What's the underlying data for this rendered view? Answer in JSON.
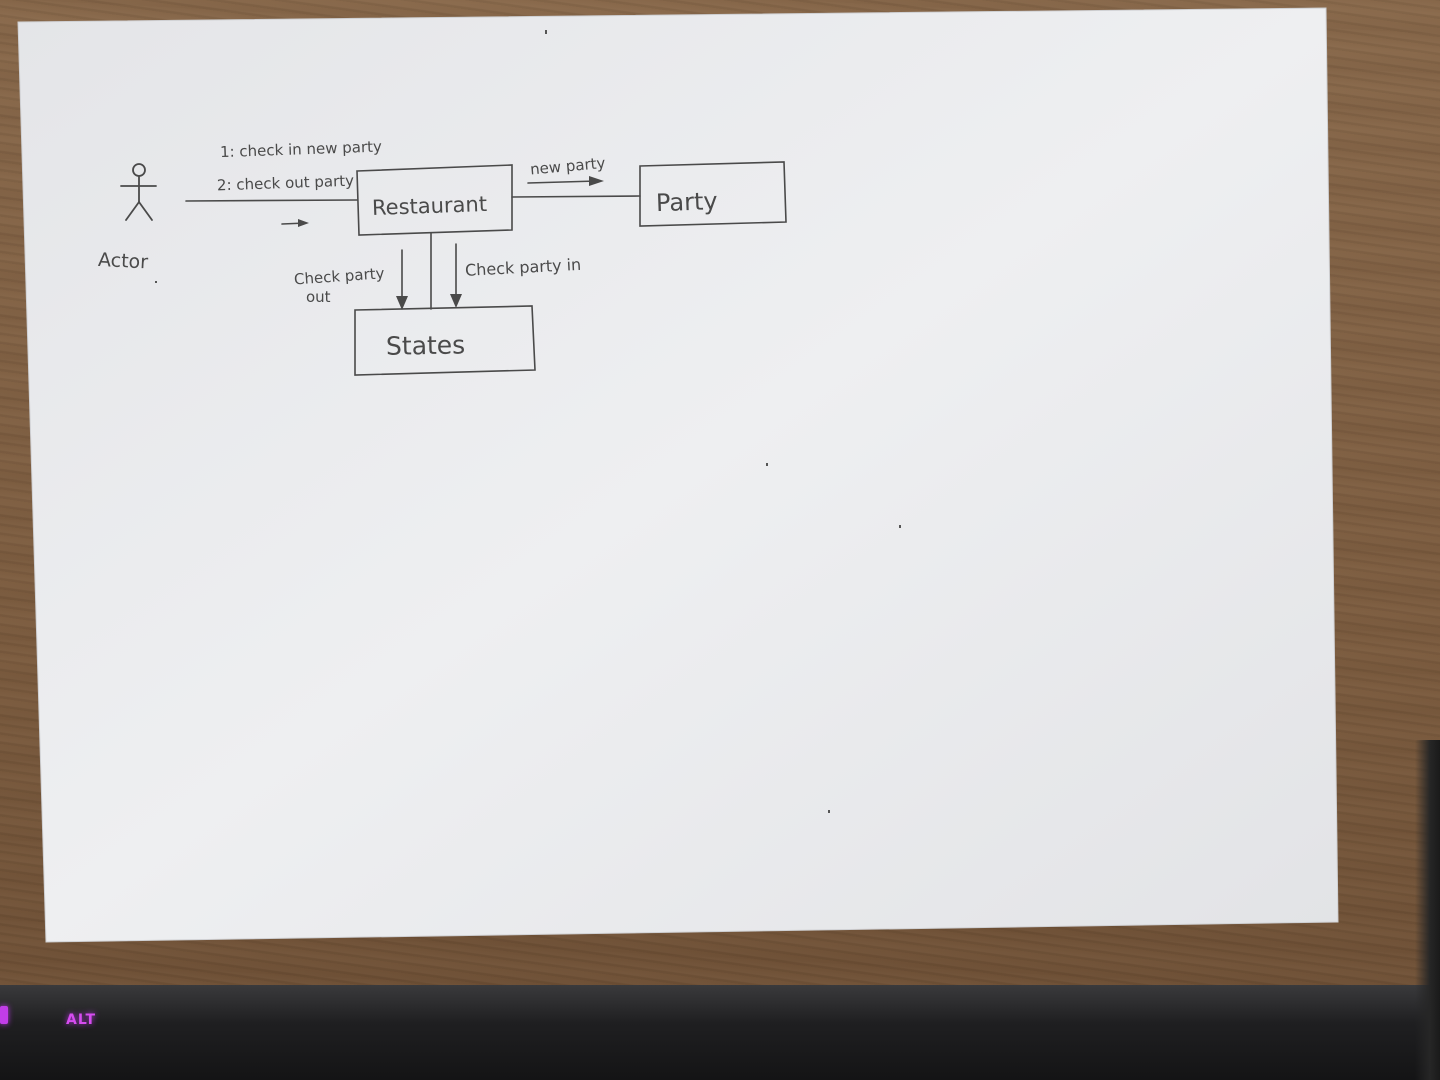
{
  "diagram": {
    "actor": {
      "label": "Actor"
    },
    "messages": {
      "msg1": "1:  check in new party",
      "msg2": "2: check out party"
    },
    "nodes": {
      "restaurant": "Restaurant",
      "party": "Party",
      "states": "States"
    },
    "edges": {
      "new_party": "new party",
      "check_out_line1": "Check party",
      "check_out_line2": "out",
      "check_in": "Check party in"
    }
  },
  "background": {
    "keyboard_key": "ALT"
  },
  "colors": {
    "paper": "#e9eaec",
    "pencil": "#4a4a4a",
    "desk": "#7d5d40",
    "key_backlight": "#d64cf0"
  }
}
